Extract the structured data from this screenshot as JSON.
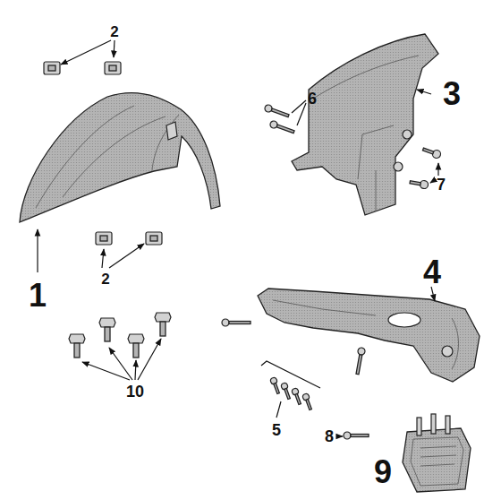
{
  "diagram": {
    "labels": [
      "2",
      "3",
      "6",
      "7",
      "2",
      "1",
      "4",
      "10",
      "5",
      "8",
      "9"
    ]
  }
}
